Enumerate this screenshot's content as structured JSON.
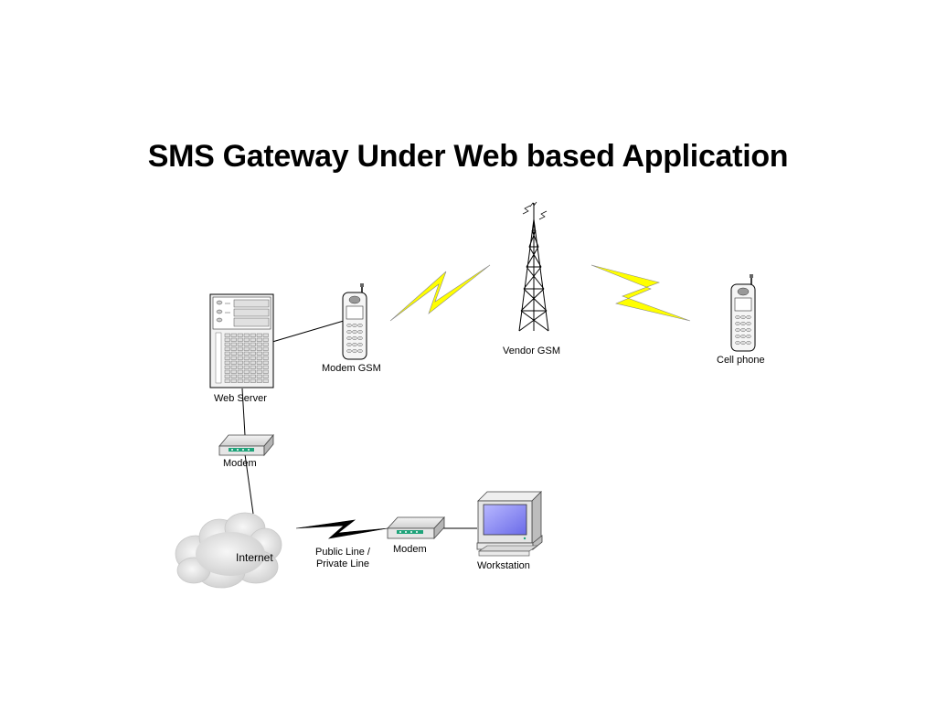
{
  "slide": {
    "title": "SMS Gateway Under Web based Application"
  },
  "nodes": {
    "web_server": {
      "label": "Web Server",
      "icon": "server-icon"
    },
    "modem_gsm": {
      "label": "Modem GSM",
      "icon": "mobile-phone-icon"
    },
    "vendor_gsm": {
      "label": "Vendor GSM",
      "icon": "antenna-tower-icon"
    },
    "cell_phone": {
      "label": "Cell phone",
      "icon": "mobile-phone-icon"
    },
    "modem_top": {
      "label": "Modem",
      "icon": "modem-icon"
    },
    "internet": {
      "label": "Internet",
      "icon": "cloud-icon"
    },
    "public_line": {
      "label_line1": "Public Line /",
      "label_line2": "Private Line",
      "icon": "lightning-bolt-icon"
    },
    "modem_bottom": {
      "label": "Modem",
      "icon": "modem-icon"
    },
    "workstation": {
      "label": "Workstation",
      "icon": "computer-icon"
    }
  },
  "colors": {
    "wireless_bolt": "#ffff00",
    "line_bolt": "#000000",
    "modem_lights": "#1fa37a",
    "screen": "#8f8ff0"
  }
}
